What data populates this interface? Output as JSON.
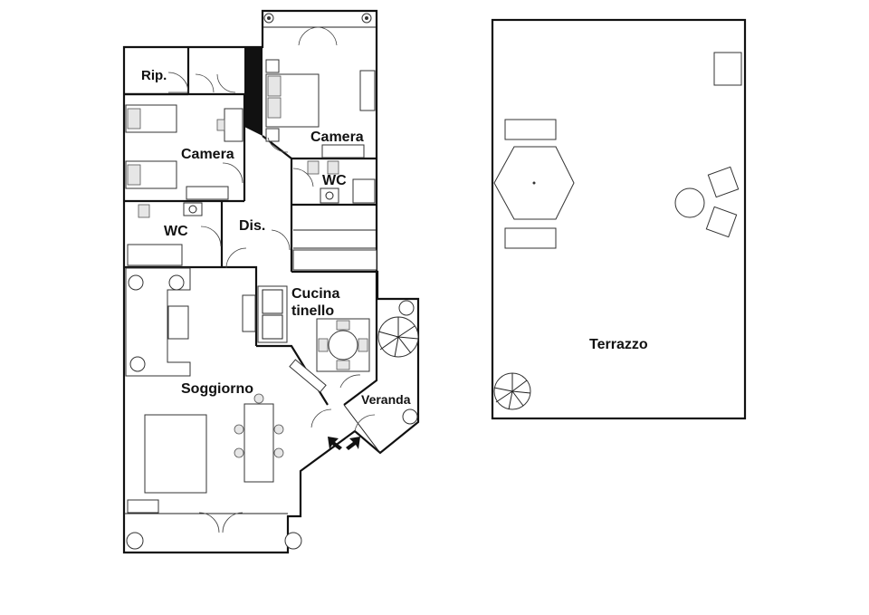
{
  "rooms": {
    "ripostiglio": "Rip.",
    "camera_left": "Camera",
    "camera_right": "Camera",
    "wc_left": "WC",
    "wc_right": "WC",
    "disimpegno": "Dis.",
    "cucina_line1": "Cucina",
    "cucina_line2": "tinello",
    "soggiorno": "Soggiorno",
    "veranda": "Veranda",
    "terrazzo": "Terrazzo"
  },
  "colors": {
    "wall": "#111111",
    "background": "#ffffff",
    "fixture_fill": "#e6e6e6"
  }
}
